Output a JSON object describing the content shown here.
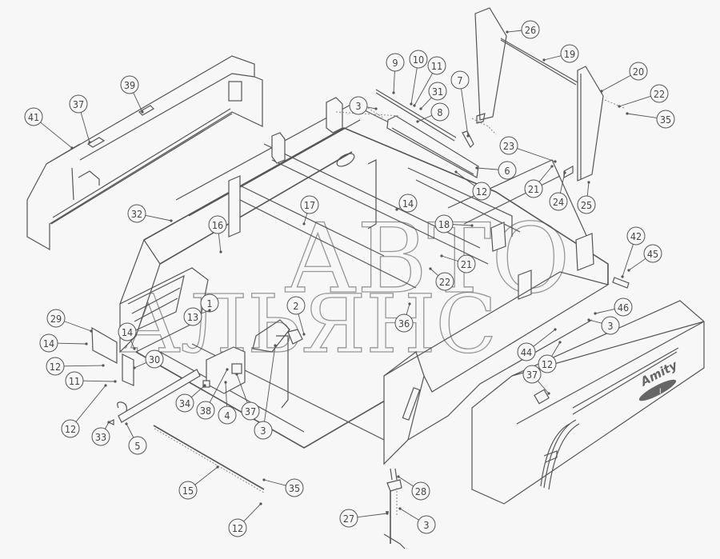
{
  "diagram": {
    "type": "exploded-parts-view",
    "subject": "Machine frame assembly with side shields",
    "watermark": {
      "line1": "АВТО",
      "line2": "АЛЬЯНС"
    },
    "brand_logo": {
      "text": "Amity",
      "badge": "I"
    },
    "line_color": "#555555",
    "background_color": "#f7f7f7"
  },
  "callouts": [
    {
      "id": "c41",
      "label": "41"
    },
    {
      "id": "c37a",
      "label": "37"
    },
    {
      "id": "c39",
      "label": "39"
    },
    {
      "id": "c3a",
      "label": "3"
    },
    {
      "id": "c9",
      "label": "9"
    },
    {
      "id": "c10",
      "label": "10"
    },
    {
      "id": "c11a",
      "label": "11"
    },
    {
      "id": "c31",
      "label": "31"
    },
    {
      "id": "c7",
      "label": "7"
    },
    {
      "id": "c8",
      "label": "8"
    },
    {
      "id": "c26",
      "label": "26"
    },
    {
      "id": "c19",
      "label": "19"
    },
    {
      "id": "c20",
      "label": "20"
    },
    {
      "id": "c22a",
      "label": "22"
    },
    {
      "id": "c35a",
      "label": "35"
    },
    {
      "id": "c23",
      "label": "23"
    },
    {
      "id": "c6",
      "label": "6"
    },
    {
      "id": "c21a",
      "label": "21"
    },
    {
      "id": "c24",
      "label": "24"
    },
    {
      "id": "c25",
      "label": "25"
    },
    {
      "id": "c12a",
      "label": "12"
    },
    {
      "id": "c14a",
      "label": "14"
    },
    {
      "id": "c32",
      "label": "32"
    },
    {
      "id": "c17",
      "label": "17"
    },
    {
      "id": "c16",
      "label": "16"
    },
    {
      "id": "c18",
      "label": "18"
    },
    {
      "id": "c21b",
      "label": "21"
    },
    {
      "id": "c22b",
      "label": "22"
    },
    {
      "id": "c42",
      "label": "42"
    },
    {
      "id": "c45",
      "label": "45"
    },
    {
      "id": "c1",
      "label": "1"
    },
    {
      "id": "c13",
      "label": "13"
    },
    {
      "id": "c2",
      "label": "2"
    },
    {
      "id": "c36",
      "label": "36"
    },
    {
      "id": "c46",
      "label": "46"
    },
    {
      "id": "c3b",
      "label": "3"
    },
    {
      "id": "c44",
      "label": "44"
    },
    {
      "id": "c12b",
      "label": "12"
    },
    {
      "id": "c29",
      "label": "29"
    },
    {
      "id": "c14b",
      "label": "14"
    },
    {
      "id": "c14c",
      "label": "14"
    },
    {
      "id": "c30",
      "label": "30"
    },
    {
      "id": "c12c",
      "label": "12"
    },
    {
      "id": "c11b",
      "label": "11"
    },
    {
      "id": "c12d",
      "label": "12"
    },
    {
      "id": "c33",
      "label": "33"
    },
    {
      "id": "c5",
      "label": "5"
    },
    {
      "id": "c34",
      "label": "34"
    },
    {
      "id": "c38",
      "label": "38"
    },
    {
      "id": "c4",
      "label": "4"
    },
    {
      "id": "c37b",
      "label": "37"
    },
    {
      "id": "c3c",
      "label": "3"
    },
    {
      "id": "c37c",
      "label": "37"
    },
    {
      "id": "c15",
      "label": "15"
    },
    {
      "id": "c35b",
      "label": "35"
    },
    {
      "id": "c12e",
      "label": "12"
    },
    {
      "id": "c28",
      "label": "28"
    },
    {
      "id": "c27",
      "label": "27"
    },
    {
      "id": "c3d",
      "label": "3"
    }
  ]
}
